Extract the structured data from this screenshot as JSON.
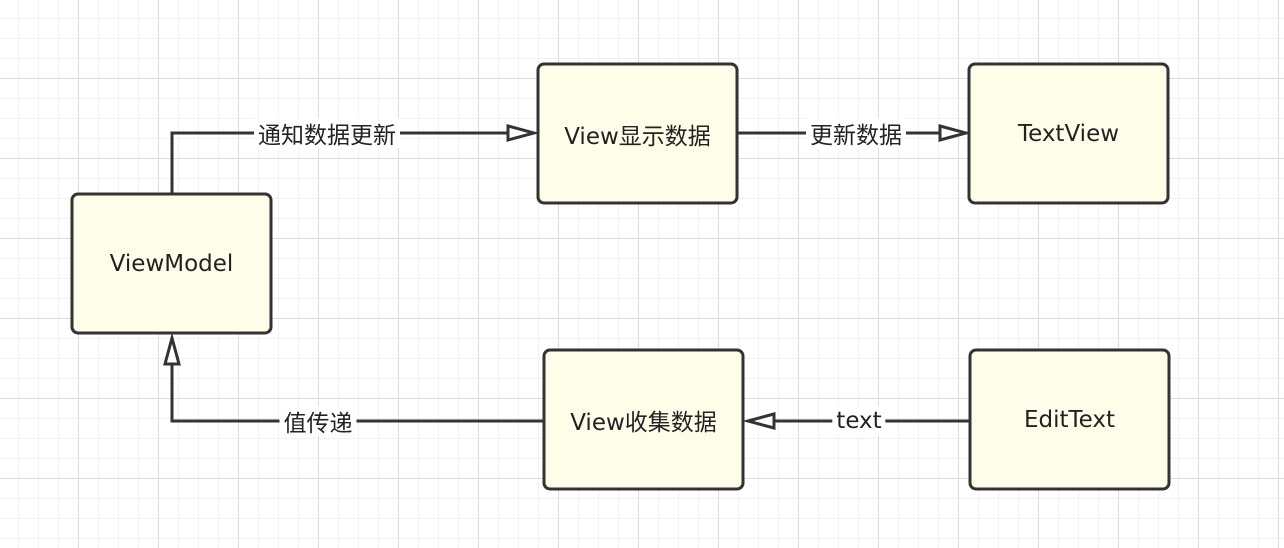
{
  "nodes": {
    "viewmodel": "ViewModel",
    "view_display": "View显示数据",
    "textview": "TextView",
    "view_collect": "View收集数据",
    "edittext": "EditText"
  },
  "edges": {
    "notify_update": "通知数据更新",
    "update_data": "更新数据",
    "text": "text",
    "value_pass": "值传递"
  },
  "colors": {
    "node_fill": "#fefde9",
    "stroke": "#333333"
  }
}
